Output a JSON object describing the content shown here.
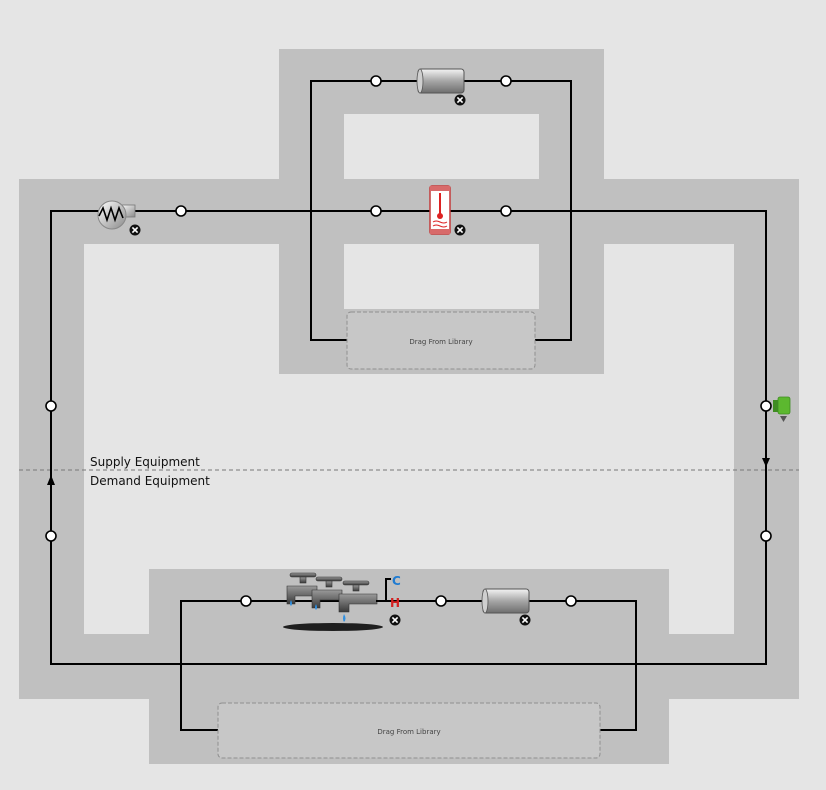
{
  "diagram": {
    "supply_label": "Supply Equipment",
    "demand_label": "Demand Equipment",
    "supply_drop_zone": "Drag From Library",
    "demand_drop_zone": "Drag From Library"
  },
  "colors": {
    "background": "#e5e5e5",
    "loop_band": "#c0c0c0",
    "pipe": "#000000",
    "cold_marker": "#1f7bd1",
    "hot_marker": "#d42020",
    "setpoint_green": "#5cb82f"
  },
  "equipment": [
    {
      "name": "pump",
      "icon": "pump-icon"
    },
    {
      "name": "supply-bypass-pipe",
      "icon": "pipe-icon"
    },
    {
      "name": "water-heater",
      "icon": "water-heater-icon"
    },
    {
      "name": "setpoint-manager",
      "icon": "setpoint-manager-icon"
    },
    {
      "name": "water-use-connections",
      "icon": "faucet-icon"
    },
    {
      "name": "demand-bypass-pipe",
      "icon": "pipe-icon"
    }
  ]
}
